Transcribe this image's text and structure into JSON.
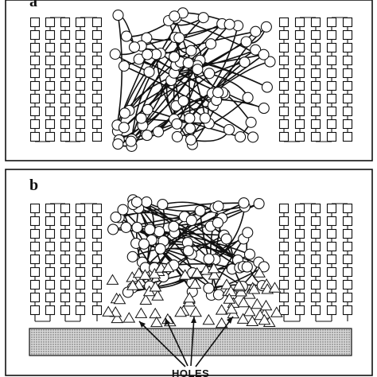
{
  "figure": {
    "panel_a": {
      "letter": "a"
    },
    "panel_b": {
      "letter": "b"
    },
    "annotation": {
      "label": "HOLES"
    }
  }
}
